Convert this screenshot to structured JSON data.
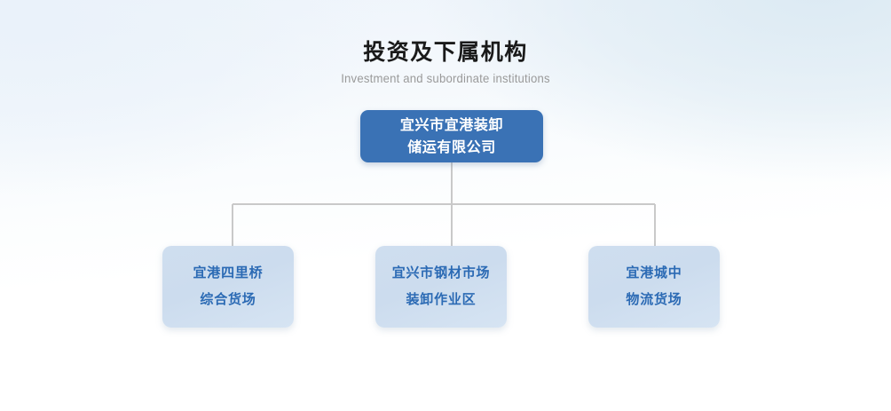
{
  "header": {
    "title_cn": "投资及下属机构",
    "title_en": "Investment and subordinate institutions"
  },
  "chart": {
    "type": "org-chart",
    "root": {
      "line1": "宜兴市宜港装卸",
      "line2": "储运有限公司",
      "bg_color": "#3a72b5",
      "text_color": "#ffffff"
    },
    "children": [
      {
        "line1": "宜港四里桥",
        "line2": "综合货场",
        "bg_color": "#ccdcee",
        "text_color": "#2b6ab4"
      },
      {
        "line1": "宜兴市钢材市场",
        "line2": "装卸作业区",
        "bg_color": "#ccdcee",
        "text_color": "#2b6ab4"
      },
      {
        "line1": "宜港城中",
        "line2": "物流货场",
        "bg_color": "#ccdcee",
        "text_color": "#2b6ab4"
      }
    ],
    "connector_color": "#c9c9c9"
  }
}
